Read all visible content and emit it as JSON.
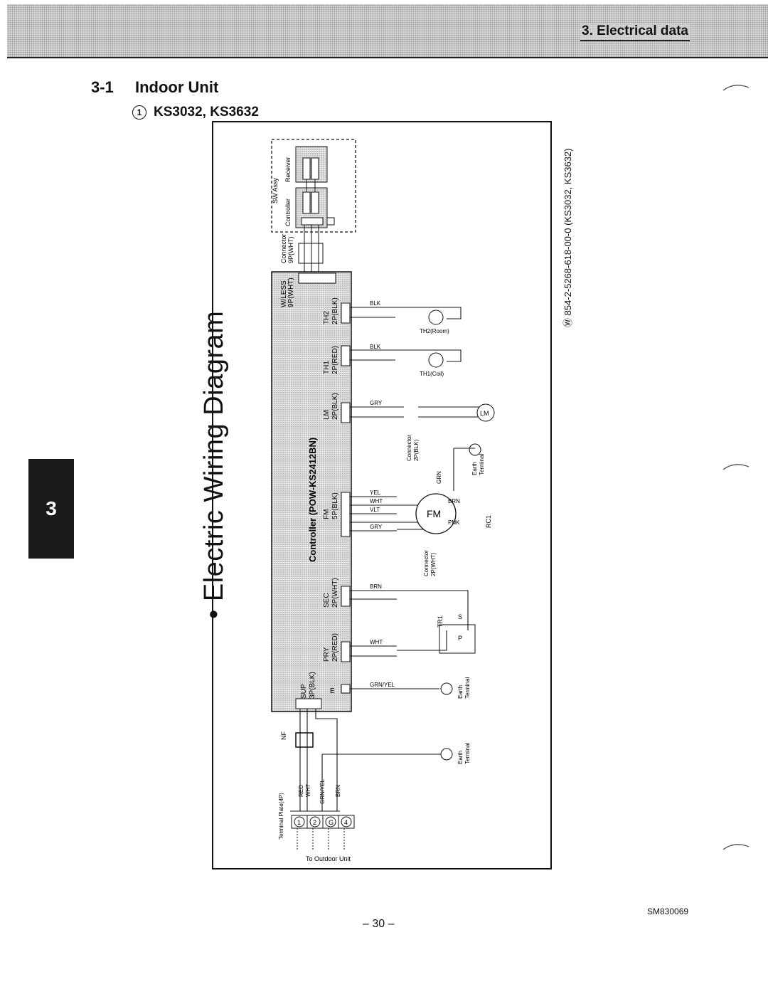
{
  "header": {
    "section_title": "3. Electrical data"
  },
  "subsection": {
    "number": "3-1",
    "title": "Indoor Unit",
    "item_marker": "1",
    "model_title": "KS3032, KS3632"
  },
  "diagram": {
    "title": "• Electric Wiring Diagram",
    "doc_code": "Ⓦ 854-2-5268-618-00-0 (KS3032, KS3632)",
    "controller_label": "Controller (POW-KS2412BN)",
    "sw_assy_label": "SW Assy",
    "sw_controller_label": "Controller",
    "receiver_label": "Receiver",
    "connector_9p_label": "Connector",
    "connector_9p_sub": "9P(WHT)",
    "wless_label": "W/LESS",
    "wless_sub": "9P(WHT)",
    "th2_label": "TH2",
    "th2_sub": "2P(BLK)",
    "th1_label": "TH1",
    "th1_sub": "2P(RED)",
    "lm_label": "LM",
    "lm_sub": "2P(BLK)",
    "fm_label": "FM",
    "fm_sub": "5P(BLK)",
    "sec_label": "SEC",
    "sec_sub": "2P(WHT)",
    "pry_label": "PRY",
    "pry_sub": "2P(RED)",
    "sup_label": "SUP",
    "sup_sub": "3P(BLK)",
    "sup_e": "E",
    "wire_blk": "BLK",
    "wire_gry": "GRY",
    "wire_yel": "YEL",
    "wire_wht": "WHT",
    "wire_vlt": "VLT",
    "wire_brn": "BRN",
    "wire_pnk": "PNK",
    "wire_grn": "GRN",
    "wire_red": "RED",
    "wire_grn_yel": "GRN/YEL",
    "th2_sensor": "TH2(Room)",
    "th1_sensor": "TH1(Coil)",
    "lm_motor": "LM",
    "fm_motor": "FM",
    "rc1_label": "RC1",
    "tr1_label": "TR1",
    "s_label": "S",
    "p_label": "P",
    "earth_label": "Earth",
    "terminal_label": "Terminal",
    "connector_label": "Connector",
    "connector_2p_blk": "2P(BLK)",
    "connector_2p_wht": "2P(WHT)",
    "nf_label": "NF",
    "terminal_plate_label": "Terminal Plate(4P)",
    "to_outdoor_label": "To Outdoor Unit",
    "terminal_nums": [
      "1",
      "2",
      "G",
      "4"
    ]
  },
  "side_tab": {
    "number": "3"
  },
  "footer": {
    "page_number": "– 30 –",
    "doc_id": "SM830069"
  }
}
